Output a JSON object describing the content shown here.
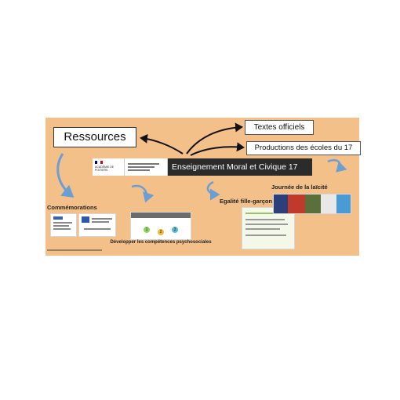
{
  "board": {
    "ressources_label": "Ressources",
    "textes_label": "Textes officiels",
    "productions_label": "Productions des écoles du 17",
    "banner": {
      "title": "Enseignement Moral et Civique 17",
      "logo_text": "ACADÉMIE DE POITIERS",
      "flag_colors": [
        "#000091",
        "#ffffff",
        "#e1000f"
      ]
    },
    "commemorations_label": "Commémorations",
    "journee_label": "Journée de la laïcité",
    "egalite_label": "Egalité fille-garçon",
    "competences_label": "Développer les compétences psychosociales",
    "circles": [
      "1",
      "2",
      "3"
    ],
    "colors": {
      "board": "#f4c08a",
      "blue_arrow": "#6a9fd4",
      "black_arrow": "#111111",
      "banner": "#2b2b2b"
    }
  }
}
